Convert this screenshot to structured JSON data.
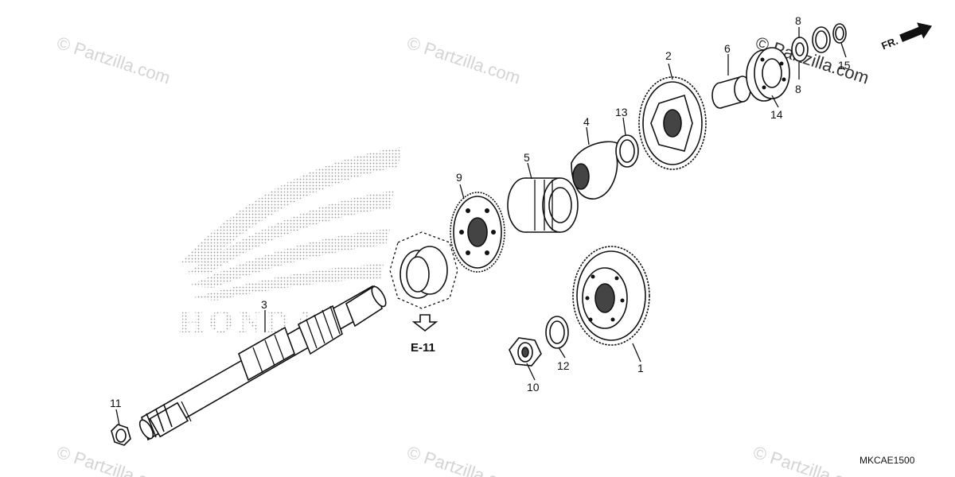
{
  "diagram": {
    "code": "MKCAE1500",
    "direction_label": "FR.",
    "reference_label": "E-11",
    "brand_logo_text": "HONDA",
    "watermarks": [
      "© Partzilla.com",
      "© Partzilla.com",
      "© Partzilla.com",
      "© Partzilla.com",
      "© Partzilla.com",
      "© Partzilla.com"
    ],
    "callouts": [
      {
        "id": "c1",
        "number": "1"
      },
      {
        "id": "c2",
        "number": "2"
      },
      {
        "id": "c3",
        "number": "3"
      },
      {
        "id": "c4",
        "number": "4"
      },
      {
        "id": "c5",
        "number": "5"
      },
      {
        "id": "c6",
        "number": "6"
      },
      {
        "id": "c8a",
        "number": "8"
      },
      {
        "id": "c8b",
        "number": "8"
      },
      {
        "id": "c9",
        "number": "9"
      },
      {
        "id": "c10",
        "number": "10"
      },
      {
        "id": "c11",
        "number": "11"
      },
      {
        "id": "c12",
        "number": "12"
      },
      {
        "id": "c13",
        "number": "13"
      },
      {
        "id": "c14",
        "number": "14"
      },
      {
        "id": "c15",
        "number": "15"
      }
    ]
  }
}
